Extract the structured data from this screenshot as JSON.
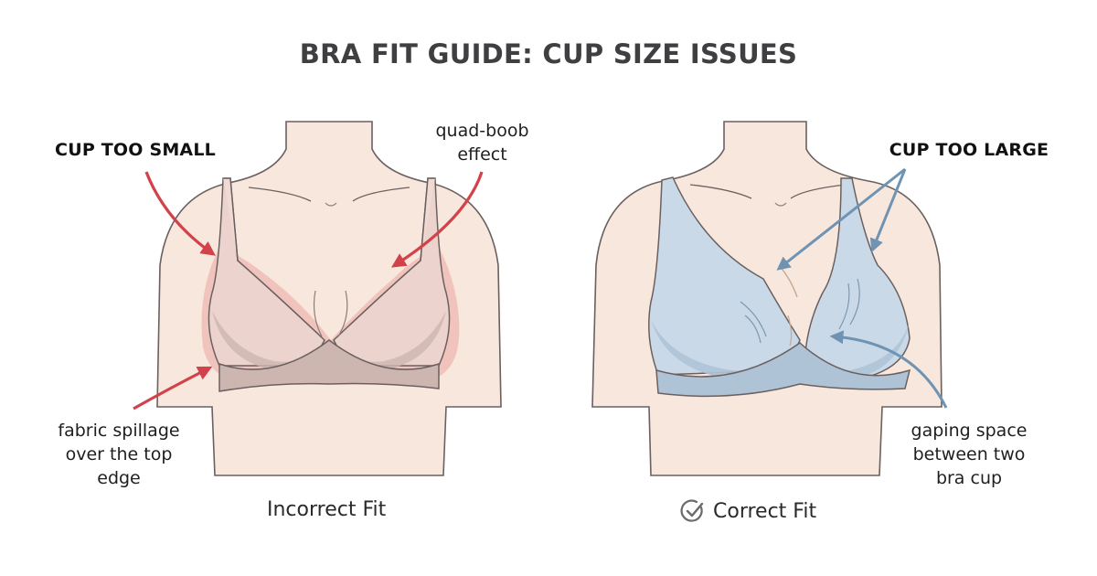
{
  "title": "BRA FIT GUIDE: CUP SIZE ISSUES",
  "colors": {
    "skin": "#f8e7dc",
    "outline": "#6b6060",
    "incorrect_bra": "#e8cfc9",
    "incorrect_band": "#cdb6b0",
    "spillage": "#e8a9a3",
    "correct_bra": "#c9d9e7",
    "correct_band": "#aec3d6",
    "red_arrow": "#d2424a",
    "blue_arrow": "#6f93b3",
    "title_text": "#3f3f42"
  },
  "left_panel": {
    "caption": "Incorrect Fit",
    "callouts": {
      "cup_too_small": "CUP TOO SMALL",
      "quad_boob_line1": "quad-boob",
      "quad_boob_line2": "effect",
      "spillage_line1": "fabric spillage",
      "spillage_line2": "over the top",
      "spillage_line3": "edge"
    }
  },
  "right_panel": {
    "caption": "Correct Fit",
    "caption_icon": "check-circle-icon",
    "callouts": {
      "cup_too_large": "CUP TOO LARGE",
      "gaping_line1": "gaping space",
      "gaping_line2": "between two",
      "gaping_line3": "bra cup"
    }
  }
}
